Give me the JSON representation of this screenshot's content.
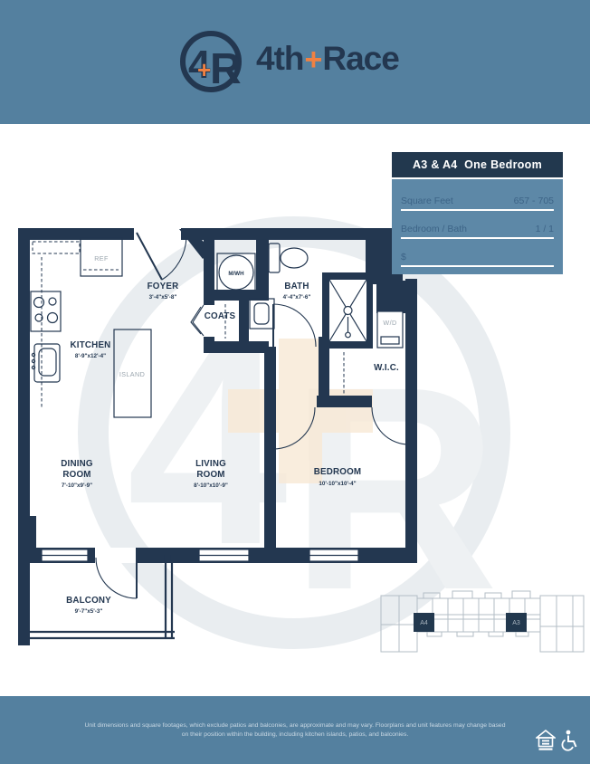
{
  "colors": {
    "band": "#54809f",
    "navy": "#233750",
    "orange": "#f08142",
    "info_body": "#5d88a7",
    "watermark_ring": "#e9edf0",
    "watermark_plus": "#f8e9d5",
    "keyplan_gray": "#b3bdc6"
  },
  "brand": {
    "circle_4": "4",
    "circle_r": "R",
    "circle_plus": "+",
    "word_pre": "4th",
    "word_plus": "+",
    "word_post": "Race"
  },
  "info_panel": {
    "title": "A3 & A4  One Bedroom",
    "rows": [
      {
        "label": "Square Feet",
        "value": "657 - 705"
      },
      {
        "label": "Bedroom / Bath",
        "value": "1 / 1"
      },
      {
        "label": "$",
        "value": ""
      }
    ]
  },
  "plan": {
    "rooms": {
      "foyer": {
        "name": "FOYER",
        "dims": "3'-4\"x5'-8\""
      },
      "kitchen": {
        "name": "KITCHEN",
        "dims": "8'-9\"x12'-4\""
      },
      "bath": {
        "name": "BATH",
        "dims": "4'-4\"x7'-6\""
      },
      "coats": {
        "name": "COATS"
      },
      "wic": {
        "name": "W.I.C."
      },
      "dining": {
        "line1": "DINING",
        "line2": "ROOM",
        "dims": "7'-10\"x9'-9\""
      },
      "living": {
        "line1": "LIVING",
        "line2": "ROOM",
        "dims": "8'-10\"x10'-9\""
      },
      "bedroom": {
        "name": "BEDROOM",
        "dims": "10'-10\"x10'-4\""
      },
      "balcony": {
        "name": "BALCONY",
        "dims": "9'-7\"x5'-3\""
      }
    },
    "fixtures": {
      "ref": "REF",
      "island": "ISLAND",
      "mwh": "M/WH",
      "wd": "W/D"
    }
  },
  "key_plan": {
    "unit_left": "A4",
    "unit_right": "A3"
  },
  "footer": {
    "line1": "Unit dimensions and square footages, which exclude patios and balconies, are approximate and may vary. Floorplans and unit features may change based",
    "line2": "on their position within the building, including kitchen islands, patios, and balconies."
  }
}
